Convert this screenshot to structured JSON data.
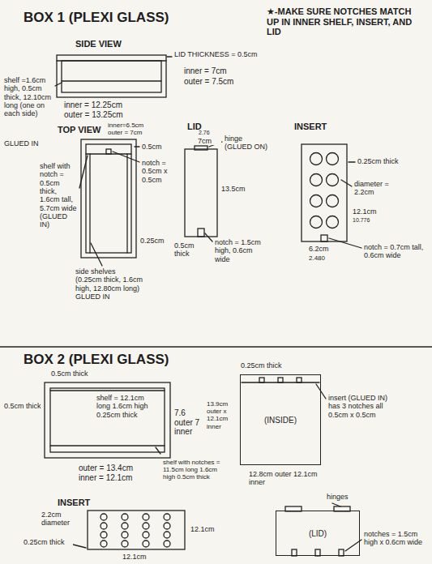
{
  "diagram": {
    "nodes": [
      {
        "text": [
          "(INSIDE)"
        ]
      },
      {
        "text": [
          "(LID)"
        ]
      }
    ],
    "labels": [
      "BOX 1 (PLEXI GLASS)",
      "★-MAKE SURE NOTCHES MATCH UP IN INNER SHELF, INSERT, AND LID",
      "SIDE VIEW",
      "LID THICKNESS = 0.5cm",
      "inner = 7cm",
      "outer = 7.5cm",
      "shelf =1.6cm high, 0.5cm thick, 12.10cm long (one on each side)",
      "GLUED IN",
      "inner = 12.25cm",
      "outer = 13.25cm",
      "TOP VIEW",
      "inner=6.5cm",
      "outer = 7cm",
      "0.5cm",
      "notch = 0.5cm x 0.5cm",
      "shelf with notch = 0.5cm thick, 1.6cm tall, 5.7cm wide (GLUED IN)",
      "0.25cm",
      "side shelves (0.25cm thick, 1.6cm high, 12.80cm long) GLUED IN",
      "LID",
      "2.76",
      "7cm",
      "hinge (GLUED ON)",
      "13.5cm",
      "0.5cm thick",
      "notch = 1.5cm high, 0.6cm wide",
      "INSERT",
      "0.25cm thick",
      "diameter = 2.2cm",
      "12.1cm",
      "10.776",
      "notch = 0.7cm tall, 0.6cm wide",
      "6.2cm",
      "2.480",
      "BOX 2 (PLEXI GLASS)",
      "0.5cm thick",
      "0.5cm thick",
      "shelf = 12.1cm long 1.6cm high 0.25cm thick",
      "7.6 outer 7 inner",
      "outer = 13.4cm",
      "inner = 12.1cm",
      "shelf with notches = 11.5cm long 1.6cm high 0.5cm thick",
      "13.9cm outer x 12.1cm inner",
      "0.25cm thick",
      "insert (GLUED IN) has 3 notches all 0.5cm x 0.5cm",
      "12.8cm outer 12.1cm inner",
      "INSERT",
      "2.2cm diameter",
      "0.25cm thick",
      "12.1cm",
      "12.1cm",
      "hinges",
      "notches = 1.5cm high x 0.6cm wide"
    ]
  }
}
